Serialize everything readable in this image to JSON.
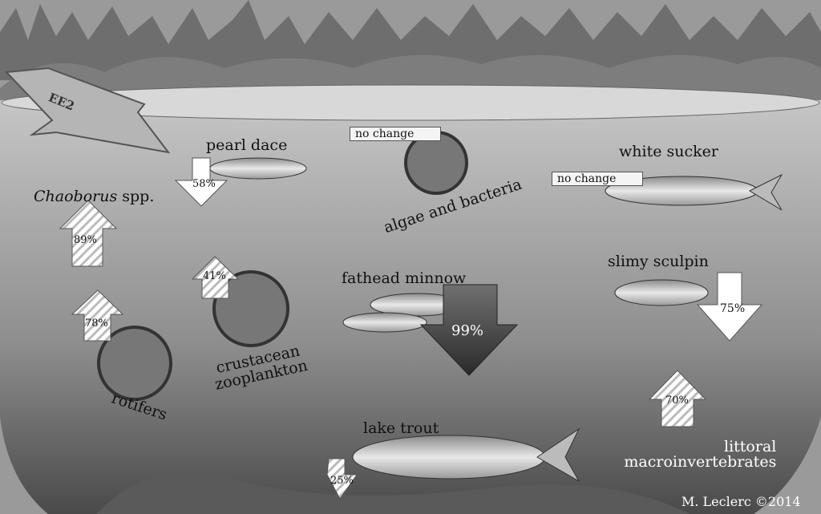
{
  "stressor": "EE2",
  "organisms": {
    "pearl_dace": {
      "name": "pearl dace",
      "change": "58%"
    },
    "chaoborus": {
      "name_genus": "Chaoborus",
      "name_suffix": " spp.",
      "change": "89%"
    },
    "rotifers": {
      "name": "rotifers",
      "change": "78%"
    },
    "crustacean": {
      "name_line1": "crustacean",
      "name_line2": "zooplankton",
      "change": "41%"
    },
    "algae": {
      "name": "algae and bacteria",
      "change": "no change"
    },
    "fathead": {
      "name": "fathead minnow",
      "change": "99%"
    },
    "white_sucker": {
      "name": "white sucker",
      "change": "no change"
    },
    "sculpin": {
      "name": "slimy sculpin",
      "change": "75%"
    },
    "littoral": {
      "name_line1": "littoral",
      "name_line2": "macroinvertebrates",
      "change": "70%"
    },
    "lake_trout": {
      "name": "lake trout",
      "change": "25%"
    }
  },
  "credit": "M. Leclerc ©2014",
  "colors": {
    "sky": "#9a9a9a",
    "water_top": "#c8c8c8",
    "water_bottom": "#4a4a4a",
    "dark_arrow": "#3a3a3a"
  }
}
